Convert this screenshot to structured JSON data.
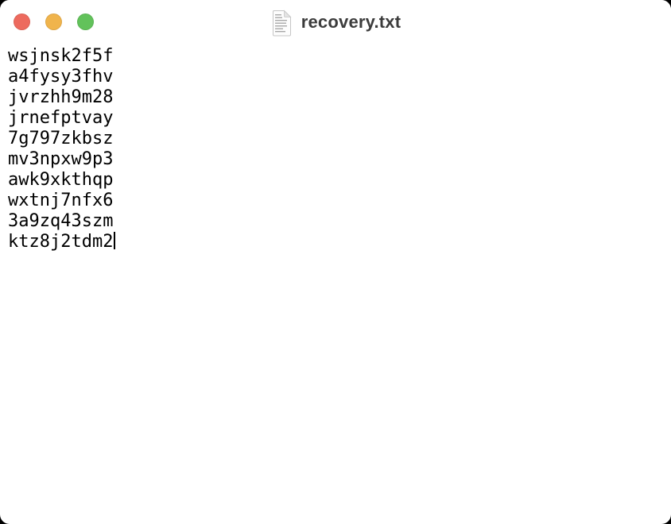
{
  "window": {
    "title": "recovery.txt",
    "controls": {
      "close_color": "#ed6a5e",
      "minimize_color": "#f0b44c",
      "zoom_color": "#62c25b"
    },
    "icons": {
      "titlebar_icon": "document-icon"
    }
  },
  "document": {
    "lines": [
      "wsjnsk2f5f",
      "a4fysy3fhv",
      "jvrzhh9m28",
      "jrnefptvay",
      "7g797zkbsz",
      "mv3npxw9p3",
      "awk9xkthqp",
      "wxtnj7nfx6",
      "3a9zq43szm",
      "ktz8j2tdm2"
    ]
  }
}
